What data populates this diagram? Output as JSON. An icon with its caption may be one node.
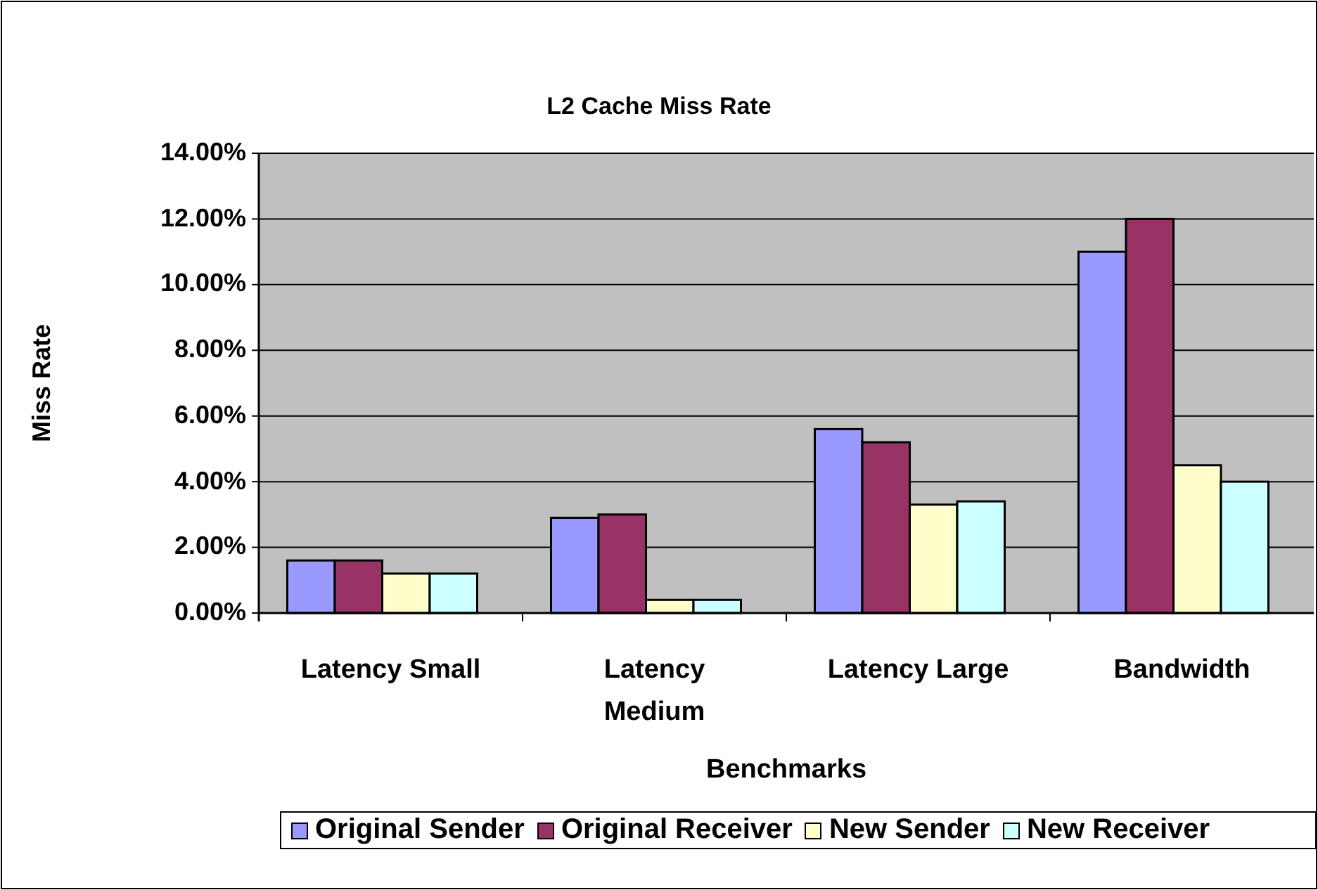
{
  "diagram": {
    "chart_data": {
      "type": "bar",
      "title": "L2 Cache Miss Rate",
      "xlabel": "Benchmarks",
      "ylabel": "Miss Rate",
      "categories": [
        "Latency Small",
        "Latency Medium",
        "Latency Large",
        "Bandwidth"
      ],
      "series": [
        {
          "name": "Original Sender",
          "color": "#9999ff",
          "values": [
            1.6,
            2.9,
            5.6,
            11.0
          ]
        },
        {
          "name": "Original Receiver",
          "color": "#993366",
          "values": [
            1.6,
            3.0,
            5.2,
            12.0
          ]
        },
        {
          "name": "New Sender",
          "color": "#ffffcc",
          "values": [
            1.2,
            0.4,
            3.3,
            4.5
          ]
        },
        {
          "name": "New Receiver",
          "color": "#ccffff",
          "values": [
            1.2,
            0.4,
            3.4,
            4.0
          ]
        }
      ],
      "ylim": [
        0,
        14
      ],
      "yticks": [
        {
          "value": 0,
          "label": "0.00%"
        },
        {
          "value": 2,
          "label": "2.00%"
        },
        {
          "value": 4,
          "label": "4.00%"
        },
        {
          "value": 6,
          "label": "6.00%"
        },
        {
          "value": 8,
          "label": "8.00%"
        },
        {
          "value": 10,
          "label": "10.00%"
        },
        {
          "value": 12,
          "label": "12.00%"
        },
        {
          "value": 14,
          "label": "14.00%"
        }
      ],
      "orientation": "vertical",
      "stacked": false,
      "grid": "y",
      "legend": true
    }
  }
}
